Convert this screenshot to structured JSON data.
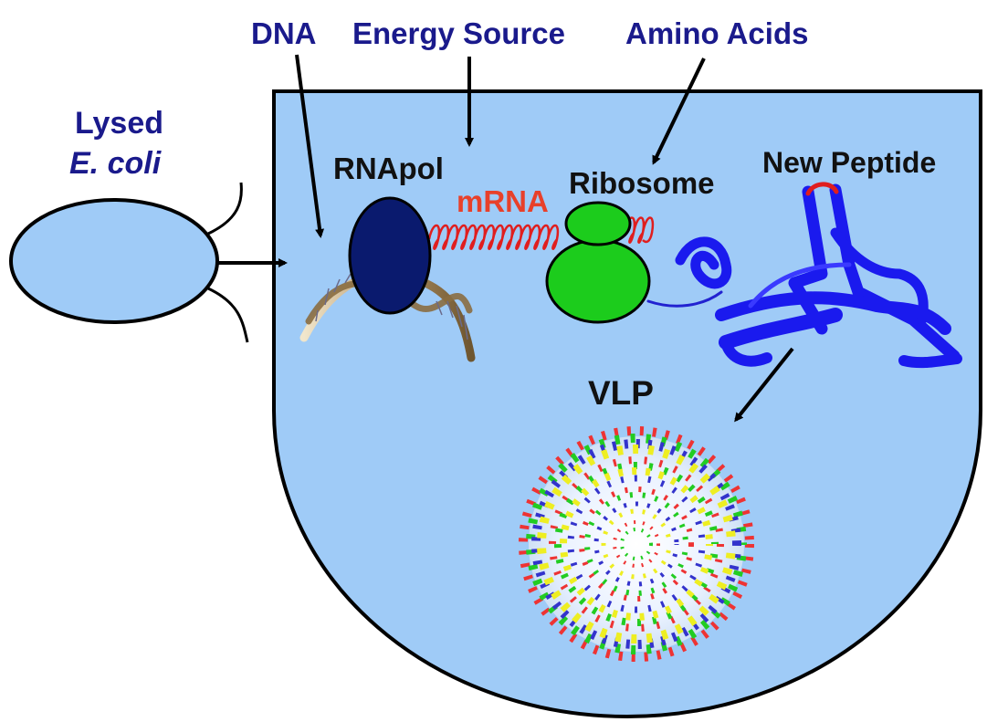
{
  "labels": {
    "lysed_line1": "Lysed",
    "lysed_line2": "E. coli",
    "dna": "DNA",
    "energy_source": "Energy Source",
    "amino_acids": "Amino Acids",
    "rnapol": "RNApol",
    "mrna": "mRNA",
    "ribosome": "Ribosome",
    "new_peptide": "New Peptide",
    "vlp": "VLP"
  },
  "colors": {
    "input_label": "#1a1a8c",
    "component_label": "#111111",
    "mrna": "#e8402a",
    "reaction_fill": "#9fcbf7",
    "rnapol_fill": "#0a1a6e",
    "ribosome_fill": "#1ccc1c",
    "peptide": "#1a1aee",
    "vlp_palette": [
      "#e33",
      "#2c2",
      "#33c",
      "#ee2",
      "#ffffff"
    ]
  },
  "icons": {
    "cell": "lysed-ecoli-cell-icon",
    "dna": "dna-double-helix-icon",
    "rnapol": "rna-polymerase-icon",
    "ribosome": "ribosome-icon",
    "peptide": "protein-ribbon-icon",
    "vlp": "virus-like-particle-icon"
  }
}
